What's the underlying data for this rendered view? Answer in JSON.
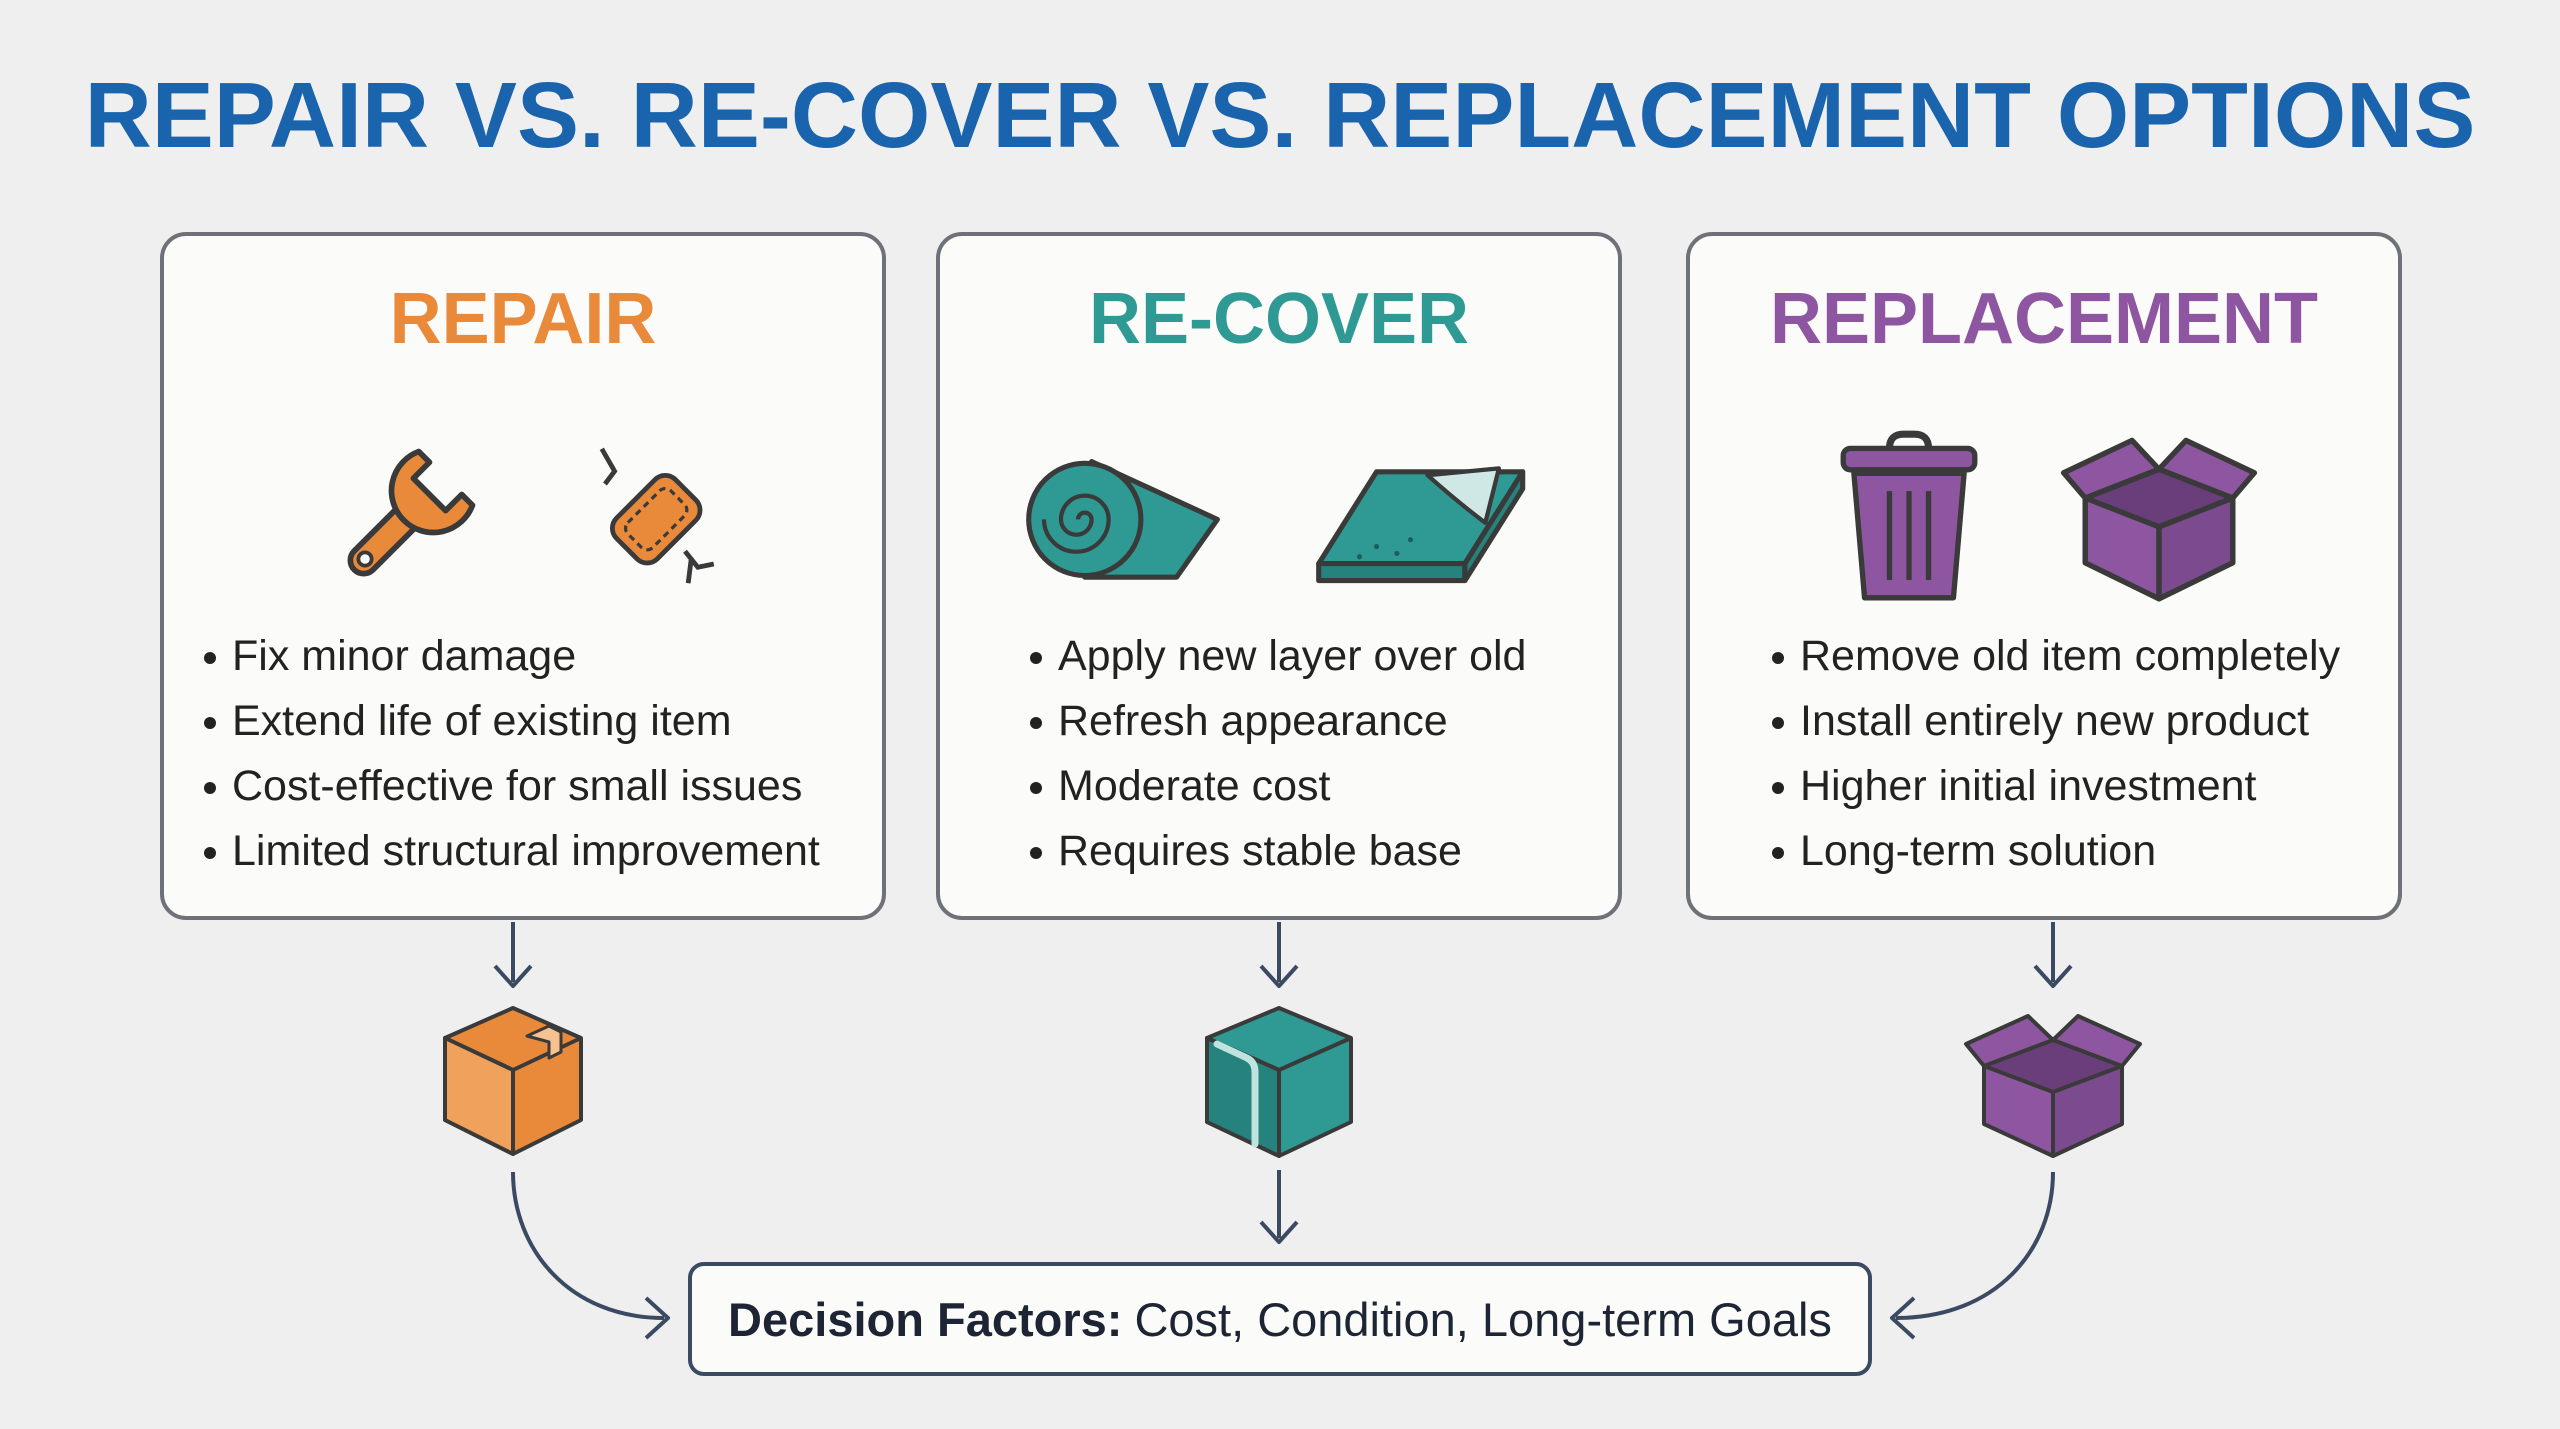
{
  "title": "REPAIR VS. RE-COVER VS. REPLACEMENT OPTIONS",
  "colors": {
    "title": "#1a63ad",
    "repair": "#e98a3b",
    "recover": "#2e9a93",
    "replacement": "#8e56a0",
    "connector": "#3b4a63"
  },
  "cards": [
    {
      "title": "REPAIR",
      "icons": [
        "wrench-icon",
        "patch-icon"
      ],
      "bullets": [
        "Fix minor damage",
        "Extend life of existing item",
        "Cost-effective for small issues",
        "Limited structural improvement"
      ],
      "outcome_icon": "taped-box-icon"
    },
    {
      "title": "RE-COVER",
      "icons": [
        "roll-icon",
        "layer-sheet-icon"
      ],
      "bullets": [
        "Apply new layer over old",
        "Refresh appearance",
        "Moderate cost",
        "Requires stable base"
      ],
      "outcome_icon": "wrapped-cube-icon"
    },
    {
      "title": "REPLACEMENT",
      "icons": [
        "trash-can-icon",
        "open-box-icon"
      ],
      "bullets": [
        "Remove old item completely",
        "Install entirely new product",
        "Higher initial investment",
        "Long-term solution"
      ],
      "outcome_icon": "open-box-icon"
    }
  ],
  "decision": {
    "label": "Decision Factors:",
    "text": "Cost, Condition, Long-term Goals"
  }
}
